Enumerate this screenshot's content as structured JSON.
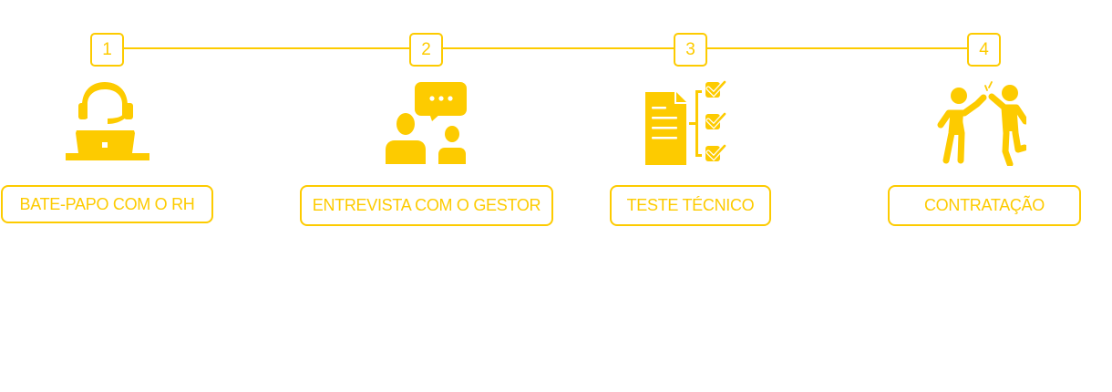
{
  "colors": {
    "accent": "#FDCB00",
    "background": "#FFFFFF"
  },
  "steps": [
    {
      "number": "1",
      "label": "BATE-PAPO COM O RH",
      "icon": "headset-laptop-icon"
    },
    {
      "number": "2",
      "label": "ENTREVISTA COM O GESTOR",
      "icon": "interview-chat-icon"
    },
    {
      "number": "3",
      "label": "TESTE TÉCNICO",
      "icon": "checklist-document-icon"
    },
    {
      "number": "4",
      "label": "CONTRATAÇÃO",
      "icon": "high-five-icon"
    }
  ]
}
